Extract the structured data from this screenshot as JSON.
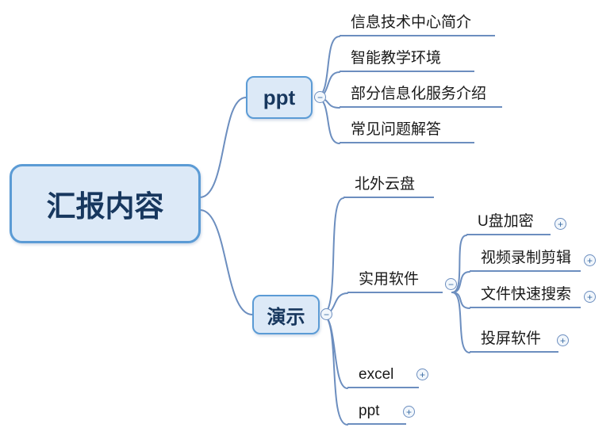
{
  "colors": {
    "node_border": "#5B9BD5",
    "node_fill": "#DCE9F7",
    "node_text": "#17375E",
    "line": "#6C8EBF",
    "leaf_text": "#1a1a1a"
  },
  "icons": {
    "collapse": "−",
    "expand": "+"
  },
  "mindmap": {
    "root": {
      "label": "汇报内容"
    },
    "branches": [
      {
        "label": "ppt",
        "toggle": "collapse",
        "children": [
          {
            "label": "信息技术中心简介"
          },
          {
            "label": "智能教学环境"
          },
          {
            "label": "部分信息化服务介绍"
          },
          {
            "label": "常见问题解答"
          }
        ]
      },
      {
        "label": "演示",
        "toggle": "collapse",
        "children": [
          {
            "label": "北外云盘"
          },
          {
            "label": "实用软件",
            "toggle": "collapse",
            "children": [
              {
                "label": "U盘加密",
                "toggle": "expand"
              },
              {
                "label": "视频录制剪辑",
                "toggle": "expand"
              },
              {
                "label": "文件快速搜索",
                "toggle": "expand"
              },
              {
                "label": "投屏软件",
                "toggle": "expand"
              }
            ]
          },
          {
            "label": "excel",
            "toggle": "expand"
          },
          {
            "label": "ppt",
            "toggle": "expand"
          }
        ]
      }
    ]
  }
}
